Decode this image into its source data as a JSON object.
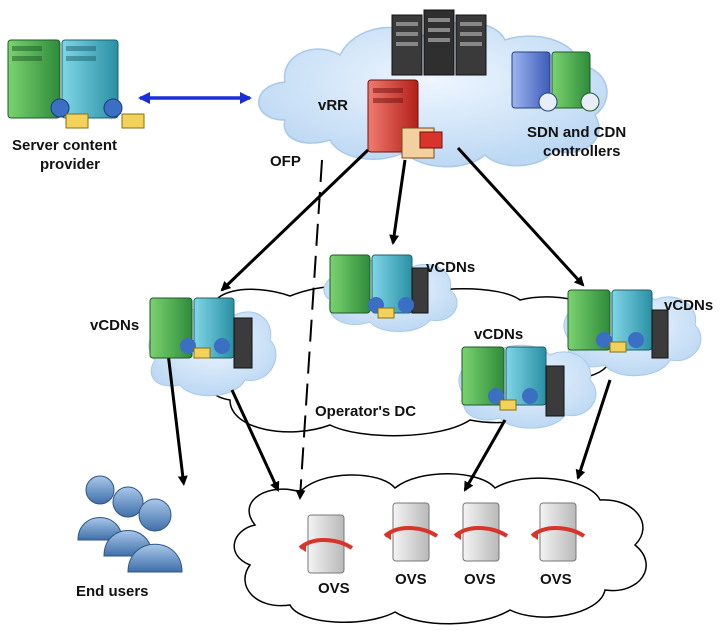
{
  "labels": {
    "server_content_provider_line1": "Server content",
    "server_content_provider_line2": "provider",
    "vrr": "vRR",
    "sdn_cdn_line1": "SDN and CDN",
    "sdn_cdn_line2": "controllers",
    "ofp": "OFP",
    "vcdns_top": "vCDNs",
    "vcdns_left": "vCDNs",
    "vcdns_right": "vCDNs",
    "vcdns_center": "vCDNs",
    "operators_dc": "Operator's DC",
    "end_users": "End users",
    "ovs_1": "OVS",
    "ovs_2": "OVS",
    "ovs_3": "OVS",
    "ovs_4": "OVS"
  },
  "colors": {
    "cloud_fill": "#cfe3f7",
    "cloud_stroke": "#9cc3e8",
    "server_green": "#4caf50",
    "server_teal": "#3aa7b8",
    "server_red": "#d9342b",
    "arrow_blue": "#1a2fd6",
    "arrow_black": "#000000",
    "user_blue": "#5b8fc9"
  }
}
